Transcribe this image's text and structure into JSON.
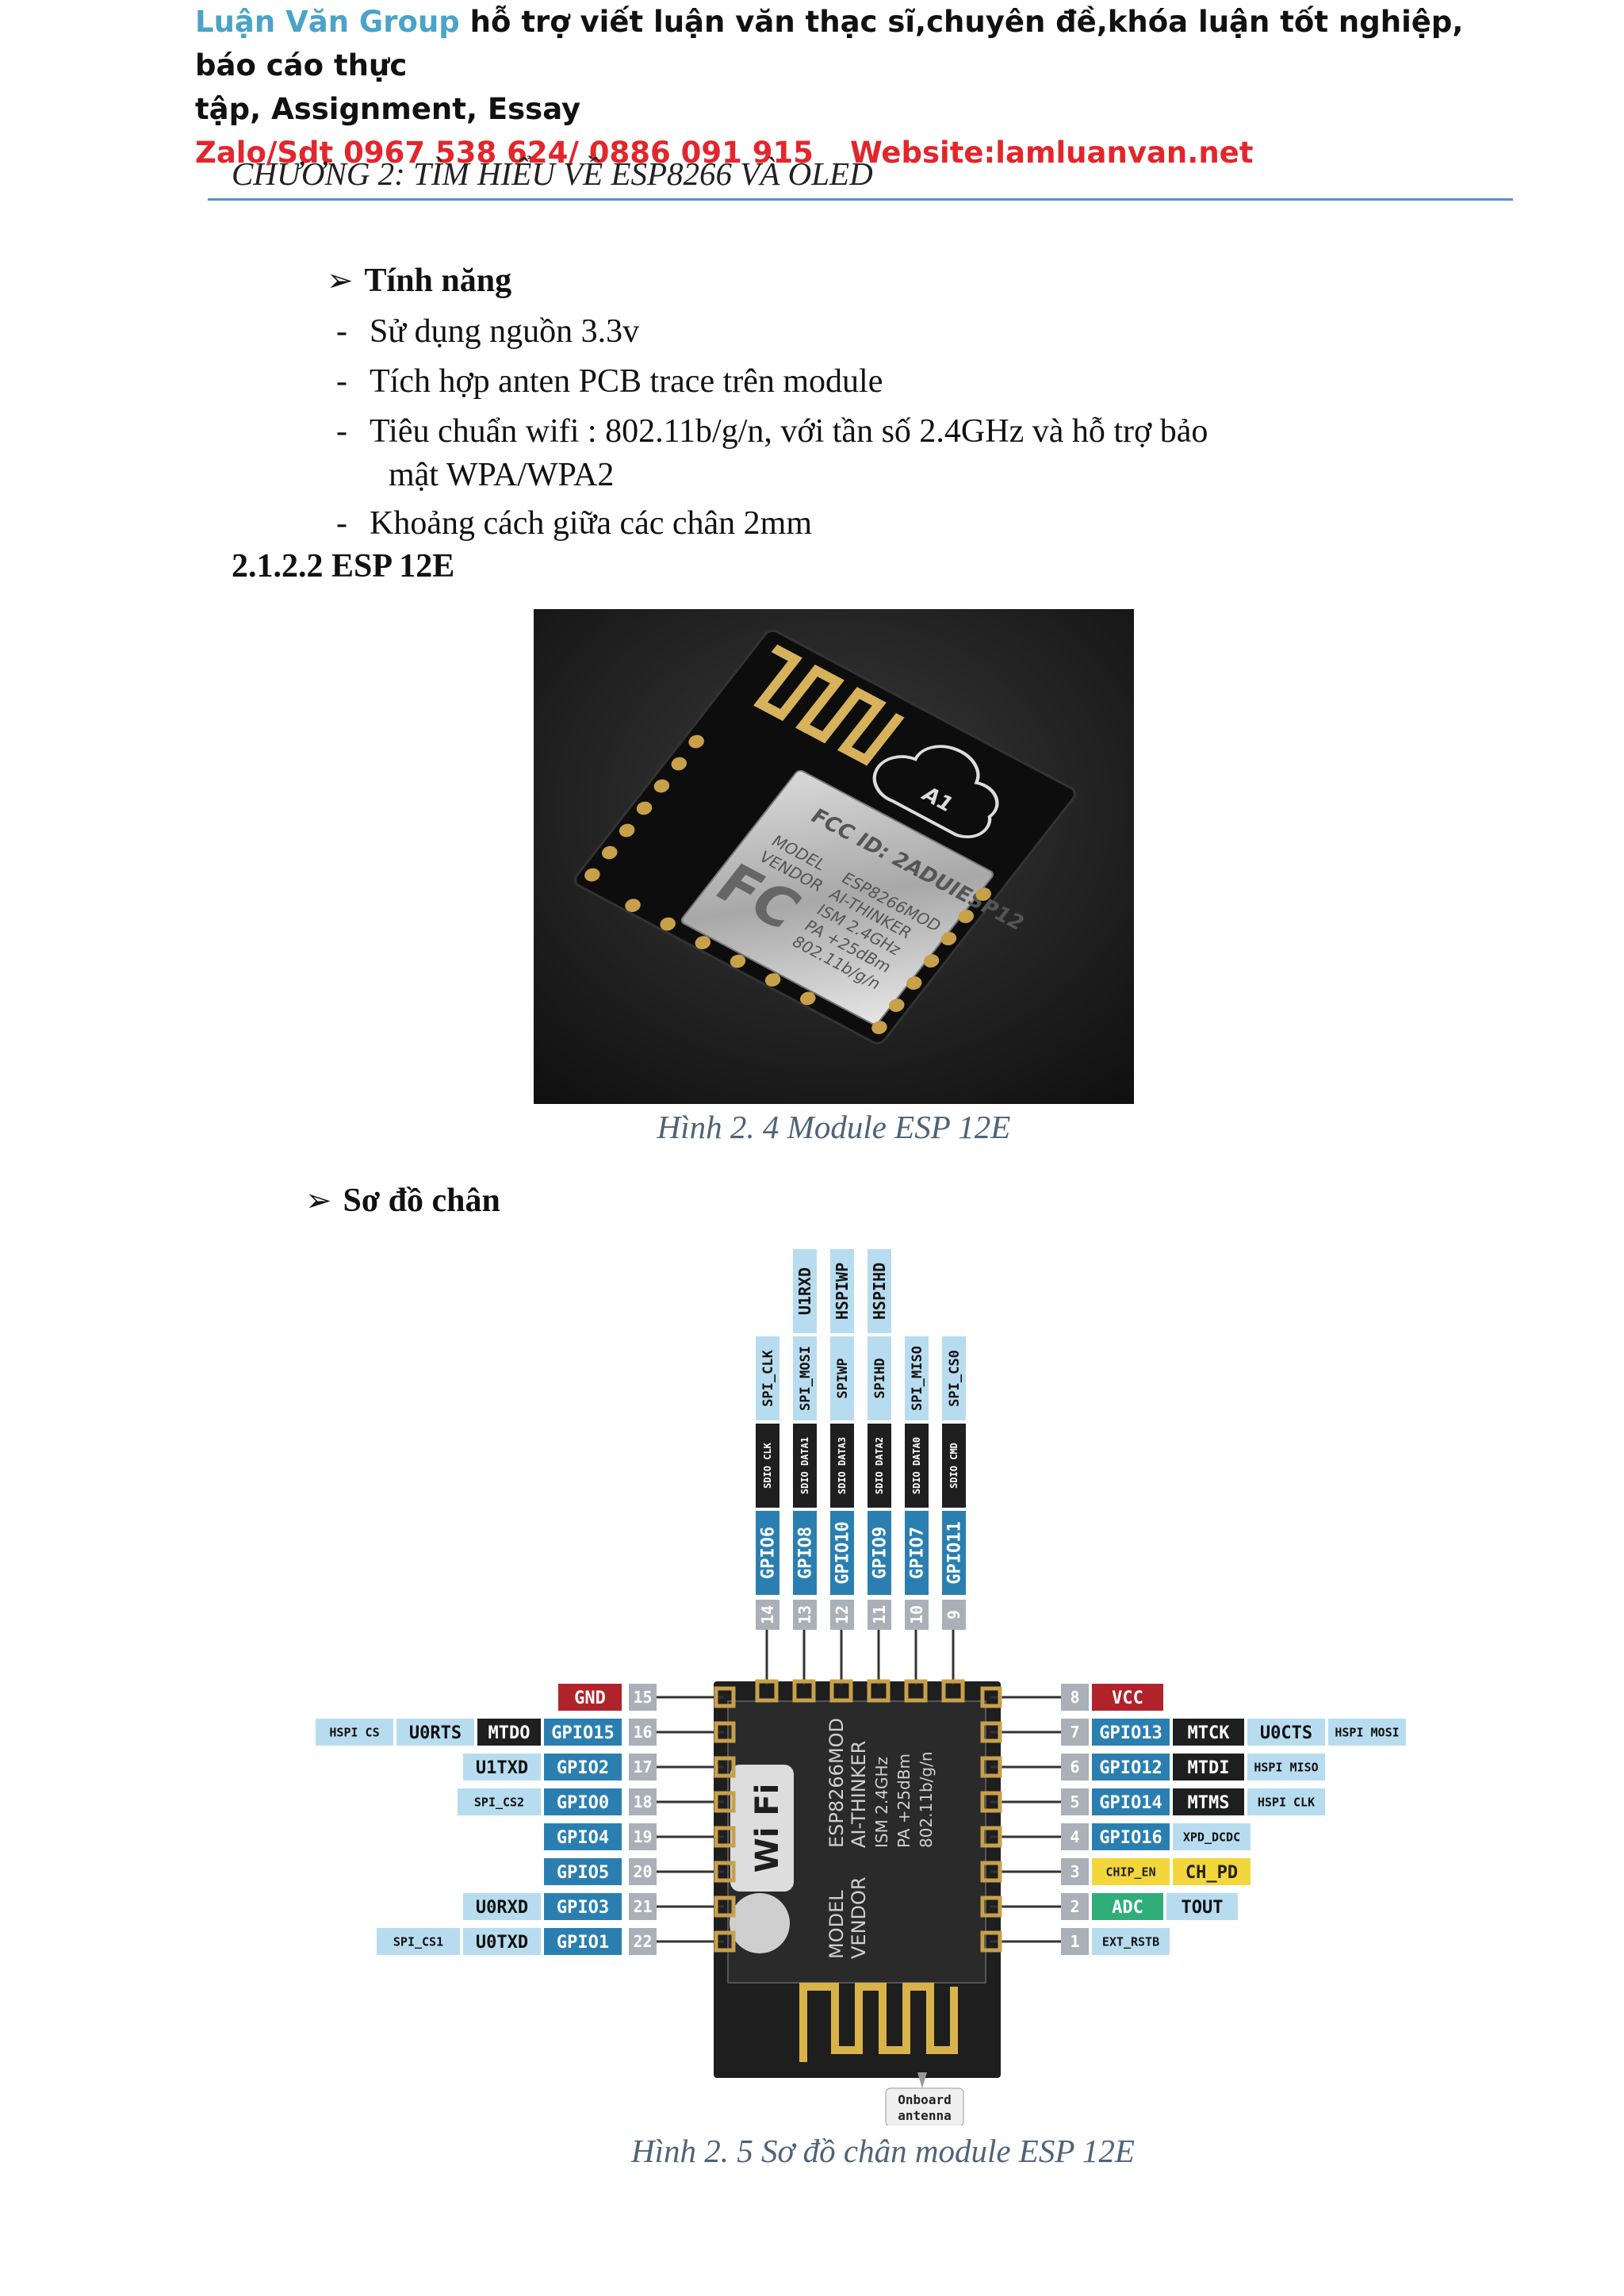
{
  "header": {
    "brand": "Luận Văn Group",
    "tagline": " hỗ trợ viết luận văn thạc sĩ,chuyên đề,khóa luận tốt nghiệp, báo cáo thực",
    "tagline2": "tập, Assignment, Essay",
    "contact": "Zalo/Sdt 0967 538 624/ 0886 091 915",
    "website": "Website:lamluanvan.net"
  },
  "chapter_title": "CHƯƠNG 2: TÌM HIỂU VỀ ESP8266 VÀ OLED",
  "features": {
    "heading": "Tính năng",
    "items": [
      "Sử dụng nguồn 3.3v",
      "Tích hợp anten PCB trace trên module",
      "Tiêu chuẩn wifi : 802.11b/g/n, với tần số 2.4GHz và hỗ trợ bảo",
      "mật WPA/WPA2",
      "Khoảng cách giữa các chân 2mm"
    ]
  },
  "section_title": "2.1.2.2 ESP 12E",
  "figure1": {
    "caption": "Hình 2. 4 Module ESP 12E",
    "shield_lines": [
      "FCC ID: 2ADUIESP12",
      "MODEL",
      "VENDOR",
      "ESP8266MOD",
      "AI-THINKER",
      "ISM 2.4GHz",
      "PA +25dBm",
      "802.11b/g/n"
    ],
    "logo_text": "A1"
  },
  "pinout": {
    "heading": "Sơ đồ chân",
    "caption": "Hình 2. 5 Sơ đồ chân module ESP 12E",
    "top_pins": [
      {
        "num": "14",
        "gpio": "GPIO6",
        "sdio": "SDIO CLK",
        "spi": "SPI_CLK",
        "extra": ""
      },
      {
        "num": "13",
        "gpio": "GPIO8",
        "sdio": "SDIO DATA1",
        "spi": "SPI_MOSI",
        "extra": "U1RXD"
      },
      {
        "num": "12",
        "gpio": "GPIO10",
        "sdio": "SDIO DATA3",
        "spi": "SPIWP",
        "extra": "HSPIWP"
      },
      {
        "num": "11",
        "gpio": "GPIO9",
        "sdio": "SDIO DATA2",
        "spi": "SPIHD",
        "extra": "HSPIHD"
      },
      {
        "num": "10",
        "gpio": "GPIO7",
        "sdio": "SDIO DATA0",
        "spi": "SPI_MISO",
        "extra": ""
      },
      {
        "num": "9",
        "gpio": "GPIO11",
        "sdio": "SDIO CMD",
        "spi": "SPI_CS0",
        "extra": ""
      }
    ],
    "left_pins": [
      {
        "num": "15",
        "labels": [
          "GND"
        ]
      },
      {
        "num": "16",
        "labels": [
          "HSPI CS",
          "U0RTS",
          "MTDO",
          "GPIO15"
        ]
      },
      {
        "num": "17",
        "labels": [
          "U1TXD",
          "GPIO2"
        ]
      },
      {
        "num": "18",
        "labels": [
          "SPI_CS2",
          "GPIO0"
        ]
      },
      {
        "num": "19",
        "labels": [
          "GPIO4"
        ]
      },
      {
        "num": "20",
        "labels": [
          "GPIO5"
        ]
      },
      {
        "num": "21",
        "labels": [
          "U0RXD",
          "GPIO3"
        ]
      },
      {
        "num": "22",
        "labels": [
          "SPI_CS1",
          "U0TXD",
          "GPIO1"
        ]
      }
    ],
    "right_pins": [
      {
        "num": "8",
        "labels": [
          "VCC"
        ]
      },
      {
        "num": "7",
        "labels": [
          "GPIO13",
          "MTCK",
          "U0CTS",
          "HSPI MOSI"
        ]
      },
      {
        "num": "6",
        "labels": [
          "GPIO12",
          "MTDI",
          "HSPI MISO"
        ]
      },
      {
        "num": "5",
        "labels": [
          "GPIO14",
          "MTMS",
          "HSPI CLK"
        ]
      },
      {
        "num": "4",
        "labels": [
          "GPIO16",
          "XPD_DCDC"
        ]
      },
      {
        "num": "3",
        "labels": [
          "CHIP_EN",
          "CH_PD"
        ]
      },
      {
        "num": "2",
        "labels": [
          "ADC",
          "TOUT"
        ]
      },
      {
        "num": "1",
        "labels": [
          "EXT_RSTB"
        ]
      }
    ],
    "chip_text": [
      "ESP8266MOD",
      "AI-THINKER",
      "ISM 2.4GHz",
      "PA +25dBm",
      "802.11b/g/n",
      "MODEL",
      "VENDOR"
    ],
    "wifi_text": "Wi Fi",
    "antenna_label": [
      "Onboard",
      "antenna"
    ],
    "colors": {
      "gpio": "#2b7fb0",
      "gnd": "#b0232a",
      "func": "#1f1f1f",
      "light": "#b8dcef",
      "yellow": "#f3d63c",
      "green": "#2fae7a",
      "pin": "#a9b0b8"
    }
  }
}
